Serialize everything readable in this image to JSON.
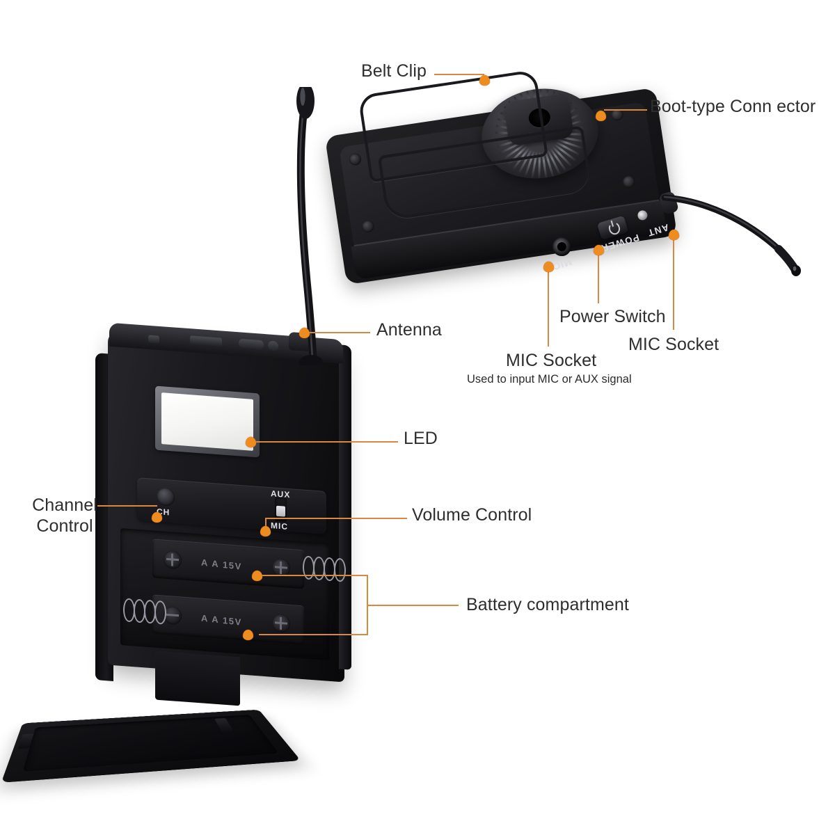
{
  "diagram": {
    "subject": "wireless bodypack transmitter and receiver",
    "accent_color": "#ef8c1f",
    "leader_color": "#d9893f",
    "text_color": "#2e2e2e",
    "background": "#ffffff"
  },
  "callouts": [
    {
      "id": "belt-clip",
      "label": "Belt Clip"
    },
    {
      "id": "boot-connector",
      "label": "Boot-type Conn ector"
    },
    {
      "id": "power-switch",
      "label": "Power Switch"
    },
    {
      "id": "mic-socket-left",
      "label": "MIC Socket",
      "sublabel": "Used to input MIC or AUX signal"
    },
    {
      "id": "mic-socket-right",
      "label": "MIC Socket"
    },
    {
      "id": "antenna",
      "label": "Antenna"
    },
    {
      "id": "led",
      "label": "LED"
    },
    {
      "id": "volume-control",
      "label": "Volume Control"
    },
    {
      "id": "channel-control",
      "label_line1": "Channel",
      "label_line2": "Control"
    },
    {
      "id": "battery",
      "label": "Battery compartment"
    }
  ],
  "device_markings": {
    "top_unit": {
      "mic": "MIC",
      "power": "POWER",
      "ant": "ANT"
    },
    "bottom_unit": {
      "channel_knob": "CH",
      "switch_upper": "AUX",
      "switch_lower": "MIC",
      "battery_cell_1": "A A 15V",
      "battery_cell_2": "A A 15V"
    }
  }
}
